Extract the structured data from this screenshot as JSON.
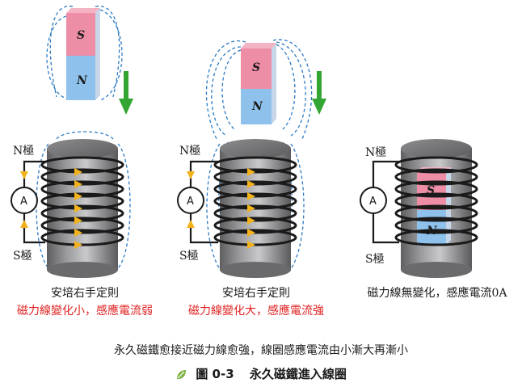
{
  "magnet": {
    "south": "S",
    "north": "N"
  },
  "meter_symbol": "A",
  "panels": [
    {
      "pole_top": "N極",
      "pole_bottom": "S極",
      "rule": "安培右手定則",
      "effect": "磁力線變化小，感應電流弱"
    },
    {
      "pole_top": "N極",
      "pole_bottom": "S極",
      "rule": "安培右手定則",
      "effect": "磁力線變化大，感應電流強"
    },
    {
      "pole_top": "N極",
      "pole_bottom": "S極",
      "effect": "磁力線無變化，感應電流0A"
    }
  ],
  "summary": "永久磁鐵愈接近磁力線愈強，線圈感應電流由小漸大再漸小",
  "caption": {
    "label": "圖 0-3",
    "title": "永久磁鐵進入線圈"
  },
  "colors": {
    "magnet_south": "#ee8ea6",
    "magnet_north": "#8ec2ec",
    "field_lines": "#2f7bc4",
    "motion_arrow": "#33a532",
    "current_arrows": "#f2b21c",
    "coil": "#1a1a1a",
    "warning_text": "#e02020"
  },
  "icons": [
    "leaf-icon",
    "down-arrow-icon",
    "ammeter-icon"
  ]
}
